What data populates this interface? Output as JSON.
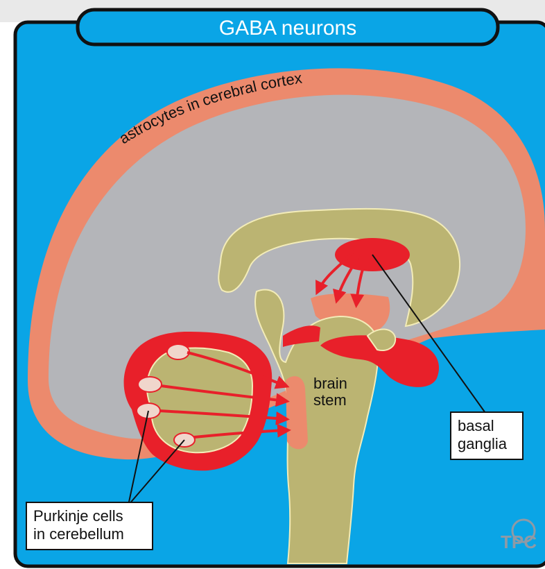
{
  "title": "GABA neurons",
  "labels": {
    "cortex": "astrocytes in cerebral cortex",
    "brainstem_line1": "brain",
    "brainstem_line2": "stem",
    "basal_line1": "basal",
    "basal_line2": "ganglia",
    "purkinje_line1": "Purkinje cells",
    "purkinje_line2": "in cerebellum"
  },
  "logo_text": "TPC",
  "colors": {
    "background": "#0aa5e6",
    "cortex": "#ec8a6d",
    "brain_interior": "#b4b5b9",
    "tissue": "#bbb472",
    "gaba_red": "#e8202a",
    "pink": "#f0d6cc",
    "outline": "#111111"
  }
}
